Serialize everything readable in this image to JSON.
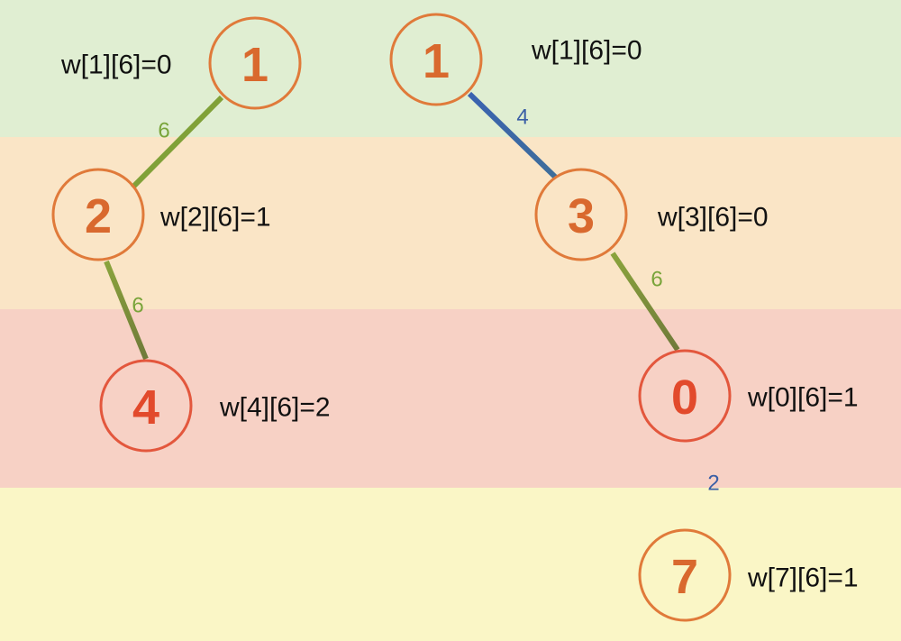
{
  "colors": {
    "node_stroke_orange": "#e07a3a",
    "node_stroke_red": "#e3573d",
    "node_text_orange": "#d9692e",
    "node_text_red": "#e24a2c",
    "edge_green": "#7ca43c",
    "edge_olive": "#8a9a3a",
    "edge_blue": "#3e65a8",
    "edge_label_green": "#79a43a",
    "edge_label_blue": "#3b5fa6"
  },
  "nodes": [
    {
      "id": "left-1",
      "label": "1",
      "color": "orange"
    },
    {
      "id": "left-2",
      "label": "2",
      "color": "orange"
    },
    {
      "id": "left-4",
      "label": "4",
      "color": "red"
    },
    {
      "id": "right-1",
      "label": "1",
      "color": "orange"
    },
    {
      "id": "right-3",
      "label": "3",
      "color": "orange"
    },
    {
      "id": "right-0",
      "label": "0",
      "color": "red"
    },
    {
      "id": "right-7",
      "label": "7",
      "color": "orange"
    }
  ],
  "edges": [
    {
      "from": "left-1",
      "to": "left-2",
      "weight": "6",
      "color": "green"
    },
    {
      "from": "left-2",
      "to": "left-4",
      "weight": "6",
      "color": "olive"
    },
    {
      "from": "right-1",
      "to": "right-3",
      "weight": "4",
      "color": "blue"
    },
    {
      "from": "right-3",
      "to": "right-0",
      "weight": "6",
      "color": "olive"
    },
    {
      "from": "right-0",
      "to": "right-7",
      "weight": "2",
      "color": "blue"
    }
  ],
  "w_labels": [
    {
      "node": "left-1",
      "text": "w[1][6]=0"
    },
    {
      "node": "left-2",
      "text": "w[2][6]=1"
    },
    {
      "node": "left-4",
      "text": "w[4][6]=2"
    },
    {
      "node": "right-1",
      "text": "w[1][6]=0"
    },
    {
      "node": "right-3",
      "text": "w[3][6]=0"
    },
    {
      "node": "right-0",
      "text": "w[0][6]=1"
    },
    {
      "node": "right-7",
      "text": "w[7][6]=1"
    }
  ]
}
